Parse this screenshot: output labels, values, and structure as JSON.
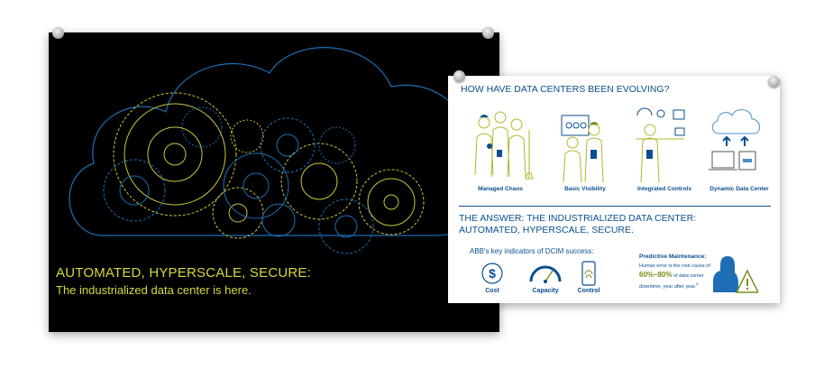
{
  "dark_poster": {
    "headline": "AUTOMATED, HYPERSCALE, SECURE:",
    "subline": "The industrialized data center is here.",
    "text_color": "#d6d83a",
    "line_colors": [
      "#1c6fb5",
      "#c9c93a"
    ]
  },
  "light_poster": {
    "title": "HOW HAVE DATA CENTERS BEEN EVOLVING?",
    "stages": [
      {
        "label": "Managed Chaos",
        "icon": "crowd-of-workers-icon"
      },
      {
        "label": "Basic Visibility",
        "icon": "workers-with-monitor-icon"
      },
      {
        "label": "Integrated Controls",
        "icon": "worker-at-control-desk-icon"
      },
      {
        "label": "Dynamic Data Center",
        "icon": "cloud-with-devices-icon"
      }
    ],
    "answer_line1": "THE ANSWER: THE INDUSTRIALIZED DATA CENTER:",
    "answer_line2": "AUTOMATED, HYPERSCALE, SECURE.",
    "kpi_title": "ABB's key indicators of DCIM success:",
    "kpis": [
      {
        "label": "Cost",
        "icon": "dollar-coin-icon"
      },
      {
        "label": "Capacity",
        "icon": "gauge-icon"
      },
      {
        "label": "Control",
        "icon": "fingerprint-phone-icon"
      }
    ],
    "predictive": {
      "title": "Predictive Maintenance:",
      "line1": "Human error is the root cause of",
      "percent": "60%–80%",
      "line2_suffix": "of data center",
      "line3": "downtime, year after year.",
      "footnote_mark": "8"
    },
    "primary_color": "#0a4f8f",
    "accent_color": "#7a8f1e"
  }
}
